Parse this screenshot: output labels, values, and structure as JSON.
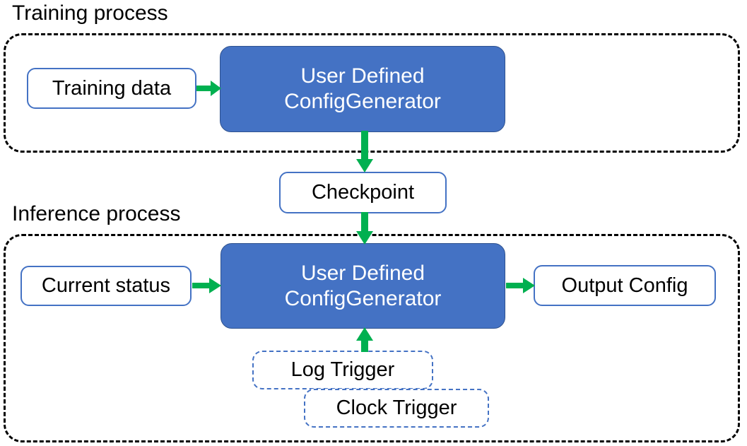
{
  "diagram": {
    "title_training": "Training process",
    "title_inference": "Inference process",
    "colors": {
      "process_fill": "#4472C4",
      "process_border": "#2F528F",
      "arrow_green": "#00B050",
      "outline_blue": "#4472C4",
      "container_black": "#000000",
      "background": "#FFFFFF"
    }
  },
  "training": {
    "container_label": "Training process",
    "nodes": {
      "training_data": "Training data",
      "config_generator": "User Defined\nConfigGenerator",
      "config_generator_line1": "User Defined",
      "config_generator_line2": "ConfigGenerator"
    }
  },
  "shared": {
    "checkpoint": "Checkpoint"
  },
  "inference": {
    "container_label": "Inference process",
    "nodes": {
      "current_status": "Current status",
      "config_generator_line1": "User Defined",
      "config_generator_line2": "ConfigGenerator",
      "output_config": "Output Config",
      "log_trigger": "Log Trigger",
      "clock_trigger": "Clock Trigger"
    }
  },
  "edges": [
    {
      "id": "data-to-train",
      "from": "Training data",
      "to": "User Defined ConfigGenerator",
      "direction": "right",
      "label": ""
    },
    {
      "id": "train-to-ckpt",
      "from": "User Defined ConfigGenerator",
      "to": "Checkpoint",
      "direction": "down",
      "label": ""
    },
    {
      "id": "ckpt-to-infer",
      "from": "Checkpoint",
      "to": "User Defined ConfigGenerator",
      "direction": "down",
      "label": ""
    },
    {
      "id": "status-to-infer",
      "from": "Current status",
      "to": "User Defined ConfigGenerator",
      "direction": "right",
      "label": ""
    },
    {
      "id": "infer-to-output",
      "from": "User Defined ConfigGenerator",
      "to": "Output Config",
      "direction": "right",
      "label": ""
    },
    {
      "id": "log-to-infer",
      "from": "Log Trigger",
      "to": "User Defined ConfigGenerator",
      "direction": "up",
      "label": ""
    }
  ]
}
